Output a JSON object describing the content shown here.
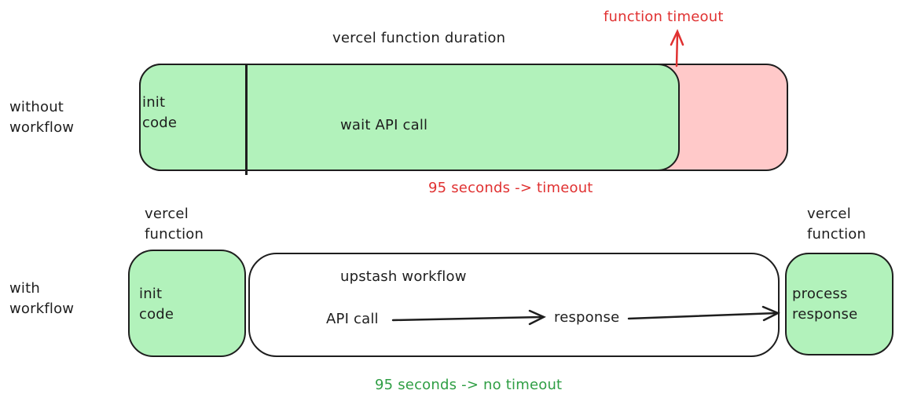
{
  "colors": {
    "stroke": "#1e1e1e",
    "green_fill": "#b2f2bb",
    "pink_fill": "#ffc9c9",
    "red": "#e03131",
    "green_text": "#2f9e44"
  },
  "top": {
    "row_label": "without\nworkflow",
    "title": "vercel function duration",
    "timeout_label": "function timeout",
    "init_label": "init\ncode",
    "wait_label": "wait API call",
    "caption": "95 seconds -> timeout"
  },
  "bottom": {
    "row_label": "with\nworkflow",
    "left_fn_label": "vercel\nfunction",
    "right_fn_label": "vercel\nfunction",
    "init_label": "init\ncode",
    "workflow_title": "upstash workflow",
    "api_call_label": "API call",
    "response_label": "response",
    "process_label": "process\nresponse",
    "caption": "95 seconds -> no timeout"
  }
}
